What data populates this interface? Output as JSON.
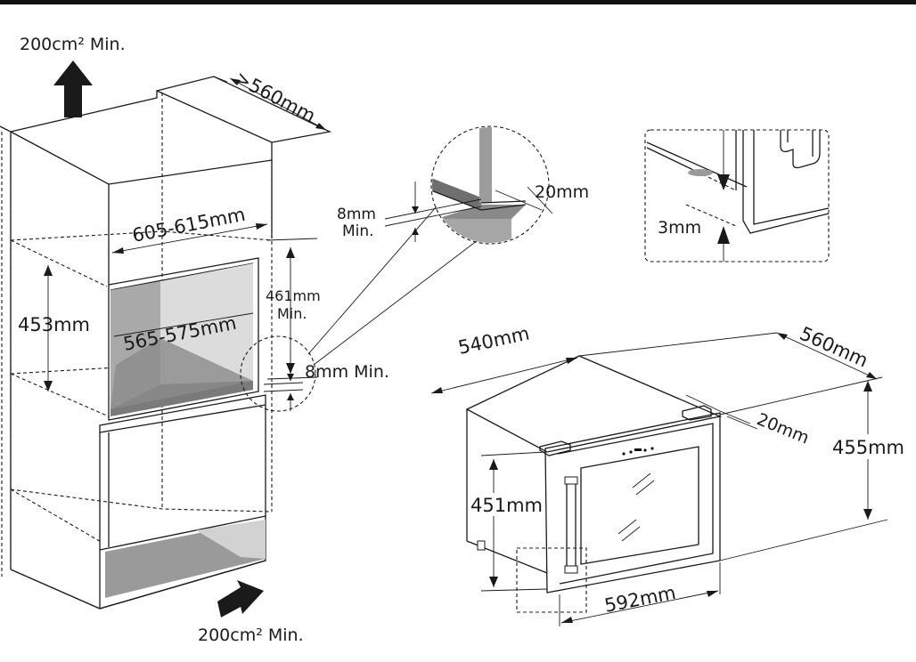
{
  "cabinet": {
    "top_vent": "200cm² Min.",
    "bottom_vent": "200cm² Min.",
    "depth": ">560mm",
    "width": "605-615mm",
    "opening_height": "453mm",
    "inner_width": "565-575mm",
    "height_min_value": "461mm",
    "height_min_label": "Min.",
    "gap": "8mm Min."
  },
  "detail_zoom": {
    "gap_value": "8mm",
    "gap_label": "Min.",
    "depth": "20mm"
  },
  "detail_feet": {
    "clearance": "3mm"
  },
  "appliance": {
    "width_top": "540mm",
    "depth": "560mm",
    "door_offset": "20mm",
    "height": "455mm",
    "door_height": "451mm",
    "width_front": "592mm"
  }
}
